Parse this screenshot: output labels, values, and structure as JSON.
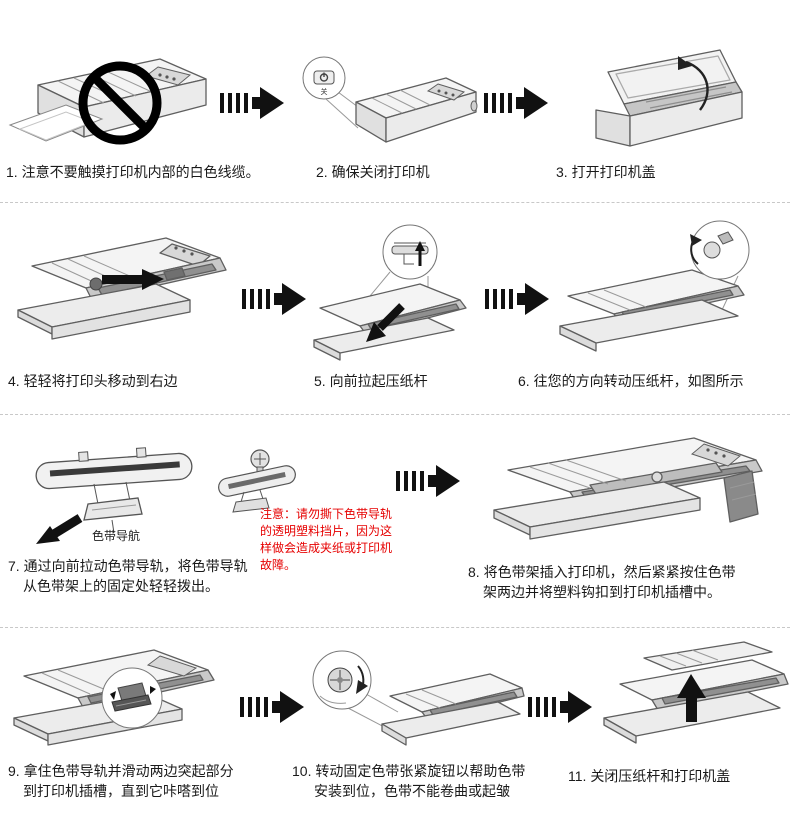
{
  "steps": [
    {
      "caption": "1. 注意不要触摸打印机内部的白色线缆。"
    },
    {
      "caption": "2. 确保关闭打印机"
    },
    {
      "caption": "3. 打开打印机盖"
    },
    {
      "caption": "4. 轻轻将打印头移动到右边"
    },
    {
      "caption": "5. 向前拉起压纸杆"
    },
    {
      "caption": "6. 往您的方向转动压纸杆，如图所示"
    },
    {
      "caption": "7. 通过向前拉动色带导轨，将色带导轨",
      "caption2": "从色带架上的固定处轻轻拨出。"
    },
    {
      "caption": "8. 将色带架插入打印机，然后紧紧按住色带",
      "caption2": "架两边并将塑料钩扣到打印机插槽中。"
    },
    {
      "caption": "9. 拿住色带导轨并滑动两边突起部分",
      "caption2": "到打印机插槽，直到它咔嗒到位"
    },
    {
      "caption": "10. 转动固定色带张紧旋钮以帮助色带",
      "caption2": "安装到位，色带不能卷曲或起皱"
    },
    {
      "caption": "11. 关闭压纸杆和打印机盖"
    }
  ],
  "annotations": {
    "ribbon_guide_label": "色带导航",
    "warning_text": "注意：请勿撕下色带导轨的透明塑料挡片，因为这样做会造成夹纸或打印机故障。",
    "power_button_label": "关"
  },
  "colors": {
    "warning": "#e60000",
    "caption": "#1a1a1a",
    "arrow": "#111111"
  }
}
